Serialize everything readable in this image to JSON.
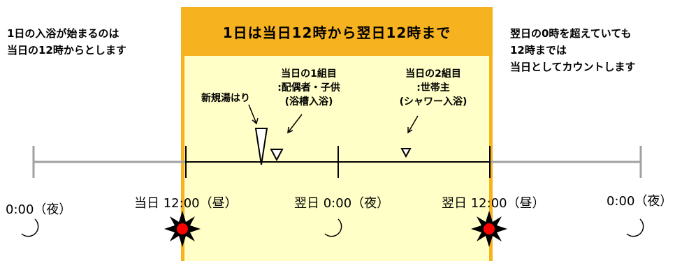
{
  "header": {
    "title": "1日は当日12時から翌日12時まで"
  },
  "left_note": {
    "lines": [
      "1日の入浴が始まるのは",
      "当日の12時からとします"
    ]
  },
  "right_note": {
    "lines": [
      "翌日の0時を超えていても",
      "12時までは",
      "当日としてカウントします"
    ]
  },
  "events": {
    "new_bath": {
      "label": "新規湯はり"
    },
    "group1": {
      "lines": [
        "当日の1組目",
        ":配偶者・子供",
        "(浴槽入浴)"
      ]
    },
    "group2": {
      "lines": [
        "当日の2組目",
        ":世帯主",
        "(シャワー入浴)"
      ]
    }
  },
  "times": {
    "t0": "0:00（夜）",
    "t1": "当日 12:00（昼）",
    "t2": "翌日 0:00（夜）",
    "t3": "翌日 12:00（昼）",
    "t4": "0:00（夜）"
  },
  "icons": {
    "moon": "moon-icon",
    "sun": "sun-icon",
    "down_triangle": "triangle-marker-icon"
  },
  "colors": {
    "band_fill": "#ffffc7",
    "band_border": "#f7b31f",
    "header_fill": "#f7b31f",
    "moon": "#f5d000",
    "sun_center": "#ff0000",
    "timeline_outer": "#a0a0a0",
    "timeline_inner": "#000000"
  }
}
